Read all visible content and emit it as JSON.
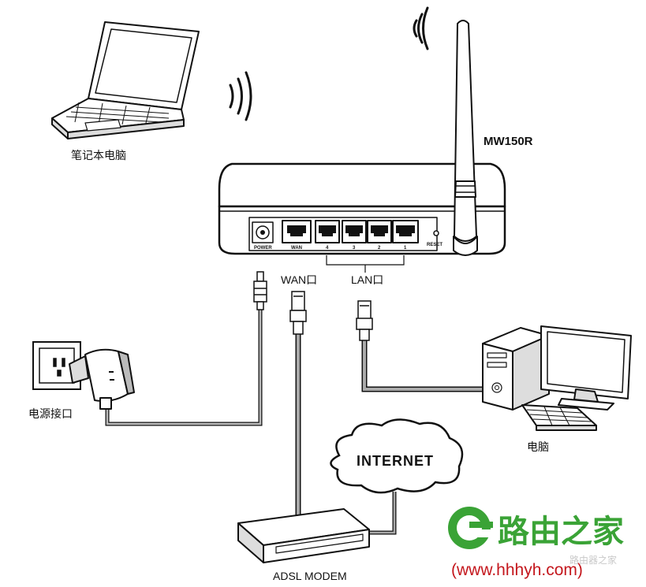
{
  "labels": {
    "laptop": "笔记本电脑",
    "model": "MW150R",
    "power_port": "POWER",
    "wan_port": "WAN",
    "lan_ports": [
      "4",
      "3",
      "2",
      "1"
    ],
    "reset": "RESET",
    "wan_callout": "WAN口",
    "lan_callout": "LAN口",
    "power_socket": "电源接口",
    "internet": "INTERNET",
    "desktop": "电脑",
    "modem": "ADSL MODEM"
  },
  "brand": {
    "logo_text": "路由之家",
    "url": "(www.hhhyh.com)",
    "watermark": "路由器之家",
    "logo_color": "#3aa336",
    "url_color": "#c4171d"
  },
  "icons": [
    "laptop-icon",
    "wifi-waves-icon",
    "router-icon",
    "antenna-icon",
    "ethernet-plug-icon",
    "power-adapter-icon",
    "wall-socket-icon",
    "desktop-pc-icon",
    "monitor-icon",
    "keyboard-icon",
    "cloud-icon",
    "adsl-modem-icon",
    "router-logo-icon"
  ]
}
